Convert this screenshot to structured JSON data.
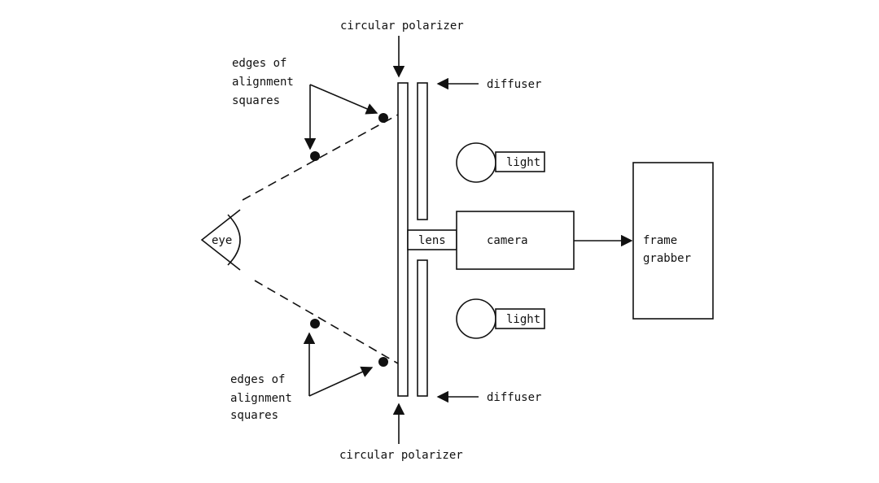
{
  "labels": {
    "circular_polarizer_top": "circular polarizer",
    "circular_polarizer_bottom": "circular polarizer",
    "diffuser_top": "diffuser",
    "diffuser_bottom": "diffuser",
    "light_top": "light",
    "light_bottom": "light",
    "lens": "lens",
    "camera": "camera",
    "frame_grabber_line1": "frame",
    "frame_grabber_line2": "grabber",
    "eye": "eye",
    "edges_top_line1": "edges of",
    "edges_top_line2": "alignment",
    "edges_top_line3": "squares",
    "edges_bottom_line1": "edges of",
    "edges_bottom_line2": "alignment",
    "edges_bottom_line3": "squares"
  },
  "colors": {
    "ink": "#111111",
    "background": "#ffffff"
  }
}
